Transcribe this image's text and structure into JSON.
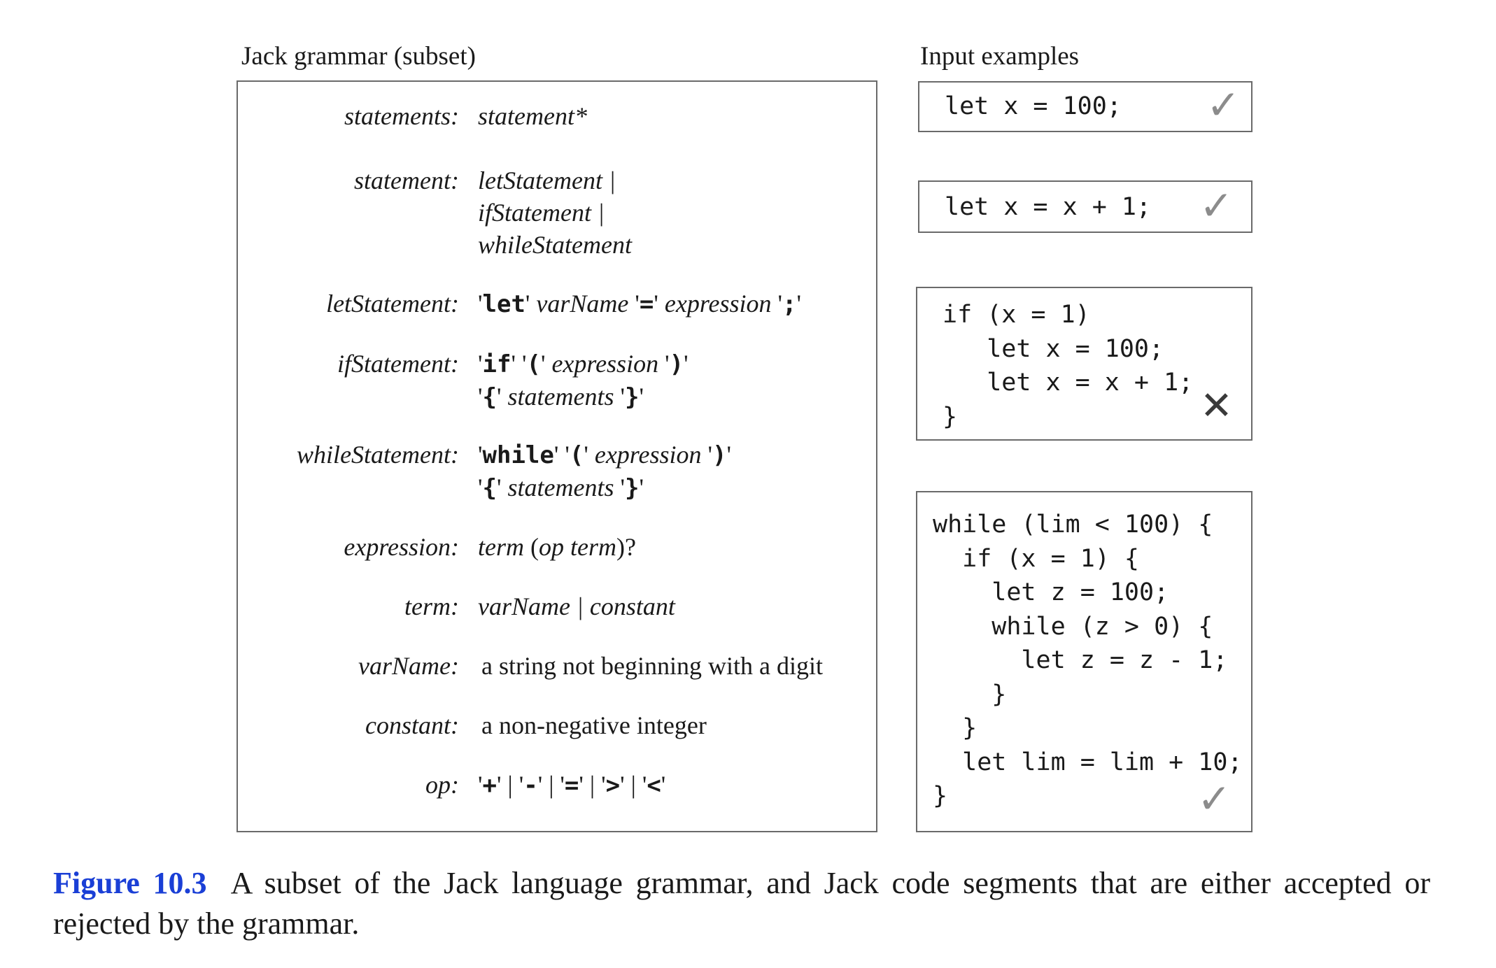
{
  "grammar": {
    "heading": "Jack grammar (subset)",
    "rules": {
      "statements": {
        "name": "statements:",
        "rhs": "statement*"
      },
      "statement": {
        "name": "statement:",
        "line1": "letStatement |",
        "line2": "ifStatement |",
        "line3": "whileStatement"
      },
      "letStatement": {
        "name": "letStatement:",
        "kw_let": "let",
        "varName": "varName",
        "eq": "=",
        "expression": "expression",
        "semi": ";"
      },
      "ifStatement": {
        "name": "ifStatement:",
        "kw_if": "if",
        "lparen": "(",
        "expression": "expression",
        "rparen": ")",
        "lbrace": "{",
        "statements": "statements",
        "rbrace": "}"
      },
      "whileStatement": {
        "name": "whileStatement:",
        "kw_while": "while",
        "lparen": "(",
        "expression": "expression",
        "rparen": ")",
        "lbrace": "{",
        "statements": "statements",
        "rbrace": "}"
      },
      "expression": {
        "name": "expression:",
        "rhs_term1": "term",
        "rhs_op": "op term",
        "rhs_opt": "?"
      },
      "term": {
        "name": "term:",
        "rhs": "varName | constant"
      },
      "varName": {
        "name": "varName:",
        "rhs": "a string not beginning with a digit"
      },
      "constant": {
        "name": "constant:",
        "rhs": "a non-negative integer"
      },
      "op": {
        "name": "op:",
        "plus": "+",
        "minus": "-",
        "equals": "=",
        "gt": ">",
        "lt": "<"
      }
    }
  },
  "examples": {
    "heading": "Input examples",
    "items": [
      {
        "code": "let x = 100;",
        "result": "accepted",
        "icon": "check-icon"
      },
      {
        "code": "let x = x + 1;",
        "result": "accepted",
        "icon": "check-icon"
      },
      {
        "code": "if (x = 1)\n   let x = 100;\n   let x = x + 1;\n}",
        "result": "rejected",
        "icon": "cross-icon"
      },
      {
        "code": "while (lim < 100) {\n  if (x = 1) {\n    let z = 100;\n    while (z > 0) {\n      let z = z - 1;\n    }\n  }\n  let lim = lim + 10;\n}",
        "result": "accepted",
        "icon": "check-icon"
      }
    ]
  },
  "caption": {
    "figure_label": "Figure 10.3",
    "text": "A subset of the Jack language grammar, and Jack code segments that are either accepted or rejected by the grammar."
  },
  "colors": {
    "figure_label": "#1a3fd6",
    "border": "#6a6a6a",
    "check": "#8c8c8c"
  }
}
